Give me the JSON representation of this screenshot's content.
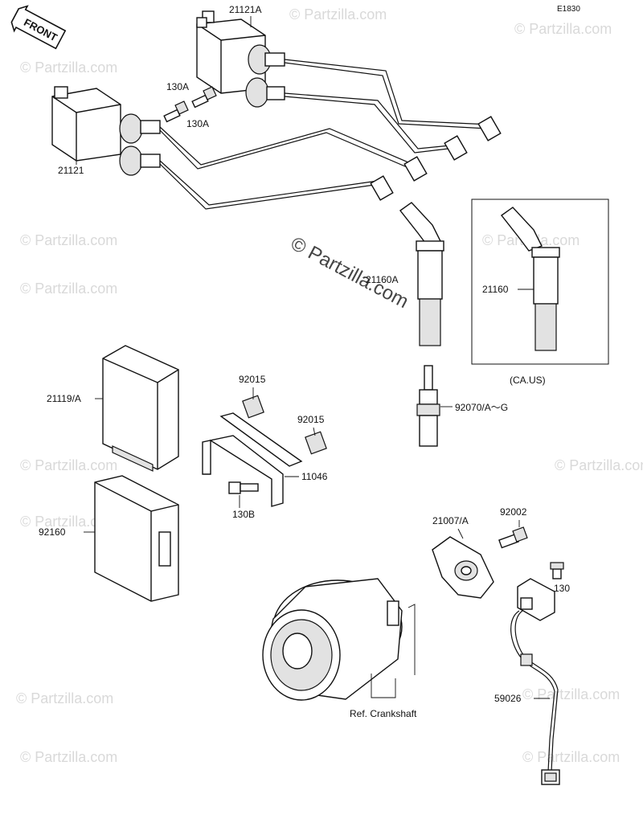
{
  "diagram_id": "E1830",
  "front_label": "FRONT",
  "watermark": "© Partzilla.com",
  "labels": {
    "coil_a": "21121A",
    "coil": "21121",
    "bolt_130a_1": "130A",
    "bolt_130a_2": "130A",
    "cap_a": "21160A",
    "cap": "21160",
    "ca_us": "(CA.US)",
    "igniter": "21119/A",
    "clip_1": "92015",
    "clip_2": "92015",
    "bracket": "11046",
    "bolt_130b": "130B",
    "spark_plug": "92070/A～G",
    "cover": "92160",
    "timing_rotor": "21007/A",
    "bolt_92002": "92002",
    "bolt_130": "130",
    "pickup": "59026",
    "crankshaft": "Ref. Crankshaft"
  }
}
